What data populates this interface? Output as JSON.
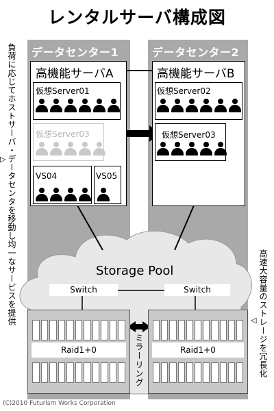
{
  "title": "レンタルサーバ構成図",
  "datacenters": [
    {
      "label": "データセンター1",
      "server": {
        "title": "高機能サーバA",
        "vms": [
          {
            "label": "仮想Server01",
            "users": 6,
            "status": "active"
          },
          {
            "label": "仮想Server03",
            "users": 5,
            "status": "moved-away"
          },
          {
            "label": "VS04",
            "users": 4,
            "status": "active"
          },
          {
            "label": "VS05",
            "users": 1,
            "status": "active"
          }
        ]
      }
    },
    {
      "label": "データセンター2",
      "server": {
        "title": "高機能サーバB",
        "vms": [
          {
            "label": "仮想Server02",
            "users": 6,
            "status": "active"
          },
          {
            "label": "仮想Server03",
            "users": 5,
            "status": "active"
          }
        ]
      }
    }
  ],
  "storage_pool": {
    "label": "Storage Pool",
    "switches": [
      "Switch",
      "Switch"
    ],
    "raids": [
      "Raid1+0",
      "Raid1+0"
    ],
    "mirroring": "ミラーリング"
  },
  "left_note": "負荷に応じてホストサーバ・データセンタを移動し均一なサービスを提供",
  "right_note": "高速大容量のストレージを冗長化",
  "copyright": "(C)2010 Futurism Works Corporation",
  "colors": {
    "datacenter": "#a9a9a9",
    "cloud": "#e8e8e8",
    "faded_user": "#c9c9c9"
  }
}
